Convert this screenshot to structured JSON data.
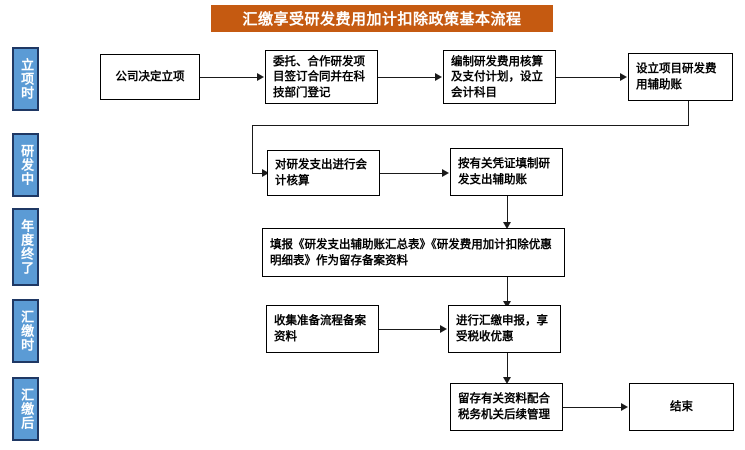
{
  "title": {
    "text": "汇缴享受研发费用加计扣除政策基本流程",
    "background_color": "#c55a11",
    "text_color": "#ffffff"
  },
  "colors": {
    "stage_fill": "#5b9bd5",
    "stage_border": "#1f3864",
    "node_border": "#000000",
    "node_fill": "#ffffff",
    "connector": "#1a1a1a"
  },
  "stages": [
    {
      "label": "立项时"
    },
    {
      "label": "研发中"
    },
    {
      "label": "年度终了"
    },
    {
      "label": "汇缴时"
    },
    {
      "label": "汇缴后"
    }
  ],
  "nodes": [
    {
      "id": "n1",
      "label": "公司决定立项"
    },
    {
      "id": "n2",
      "label": "委托、合作研发项目签订合同并在科技部门登记"
    },
    {
      "id": "n3",
      "label": "编制研发费用核算及支付计划，设立会计科目"
    },
    {
      "id": "n4",
      "label": "设立项目研发费用辅助账"
    },
    {
      "id": "n5",
      "label": "对研发支出进行会计核算"
    },
    {
      "id": "n6",
      "label": "按有关凭证填制研发支出辅助账"
    },
    {
      "id": "n7",
      "label": "填报《研发支出辅助账汇总表》《研发费用加计扣除优惠明细表》作为留存备案资料"
    },
    {
      "id": "n8",
      "label": "收集准备流程备案资料"
    },
    {
      "id": "n9",
      "label": "进行汇缴申报，享受税收优惠"
    },
    {
      "id": "n10",
      "label": "留存有关资料配合税务机关后续管理"
    },
    {
      "id": "n11",
      "label": "结束"
    }
  ],
  "edges": [
    {
      "from": "n1",
      "to": "n2"
    },
    {
      "from": "n2",
      "to": "n3"
    },
    {
      "from": "n3",
      "to": "n4"
    },
    {
      "from": "n4",
      "to": "n5"
    },
    {
      "from": "n5",
      "to": "n6"
    },
    {
      "from": "n6",
      "to": "n7"
    },
    {
      "from": "n7",
      "to": "n9"
    },
    {
      "from": "n8",
      "to": "n9"
    },
    {
      "from": "n9",
      "to": "n10"
    },
    {
      "from": "n10",
      "to": "n11"
    }
  ]
}
